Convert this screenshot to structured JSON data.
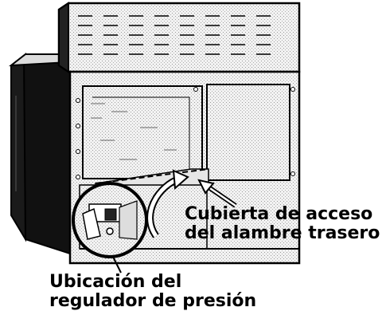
{
  "callouts": {
    "cover": {
      "line1": "Cubierta de acceso",
      "line2": "del alambre trasero"
    },
    "regulator": {
      "line1": "Ubicación del",
      "line2": "regulador de presión"
    }
  },
  "colors": {
    "line": "#000000",
    "panel_fill": "#ededed",
    "side_fill": "#1a1a1a",
    "background": "#ffffff"
  }
}
